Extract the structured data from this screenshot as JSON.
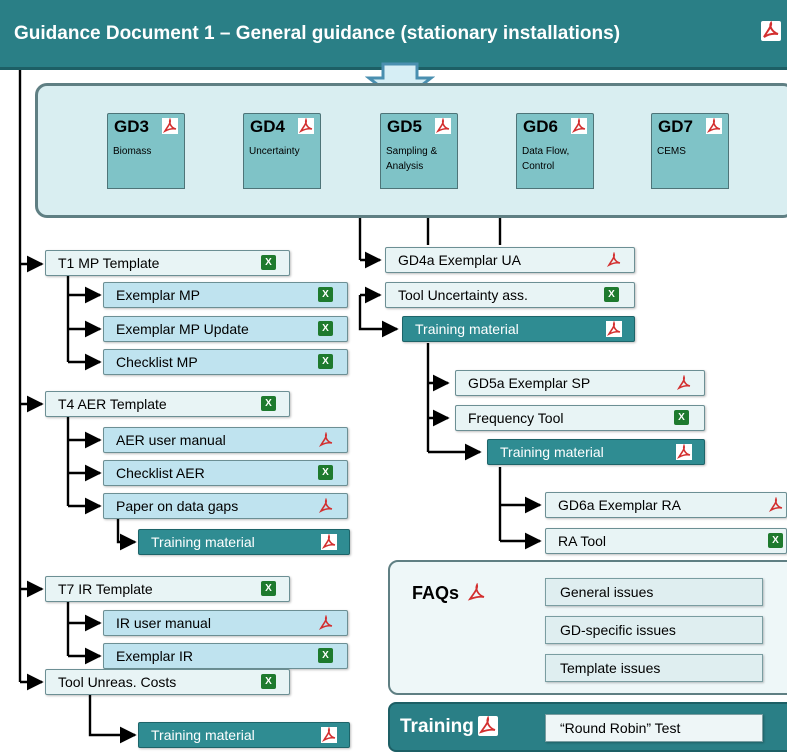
{
  "title": "Guidance Document 1 – General guidance (stationary installations)",
  "gd_docs": [
    {
      "code": "GD3",
      "sub": "Biomass"
    },
    {
      "code": "GD4",
      "sub": "Uncertainty"
    },
    {
      "code": "GD5",
      "sub": "Sampling &\nAnalysis"
    },
    {
      "code": "GD6",
      "sub": "Data Flow,\nControl"
    },
    {
      "code": "GD7",
      "sub": "CEMS"
    }
  ],
  "left_items": {
    "t1": "T1 MP Template",
    "exemplar_mp": "Exemplar MP",
    "exemplar_mp_update": "Exemplar MP Update",
    "checklist_mp": "Checklist MP",
    "t4": "T4 AER Template",
    "aer_manual": "AER user manual",
    "checklist_aer": "Checklist AER",
    "paper_gaps": "Paper on data gaps",
    "training_t4": "Training material",
    "t7": "T7 IR Template",
    "ir_manual": "IR user manual",
    "exemplar_ir": "Exemplar IR",
    "tool_unreas": "Tool Unreas. Costs",
    "training_bottom": "Training material"
  },
  "gd4_items": {
    "gd4a": "GD4a Exemplar UA",
    "tool_unc": "Tool Uncertainty ass.",
    "training": "Training material"
  },
  "gd5_items": {
    "gd5a": "GD5a Exemplar SP",
    "freq": "Frequency Tool",
    "training": "Training material"
  },
  "gd6_items": {
    "gd6a": "GD6a Exemplar RA",
    "ra_tool": "RA Tool"
  },
  "faq": {
    "label": "FAQs",
    "items": [
      "General issues",
      "GD-specific issues",
      "Template issues"
    ]
  },
  "training_panel": {
    "label": "Training",
    "test": "“Round Robin” Test"
  },
  "colors": {
    "header": "#2a7f86",
    "doc": "#7fc3c7",
    "panel": "#d9eef1",
    "teal_box": "#2f8c92",
    "light_box": "#e8f4f5",
    "blue_box": "#bfe3ef",
    "pdf": "#d32f2f",
    "excel": "#1e7a2e"
  }
}
